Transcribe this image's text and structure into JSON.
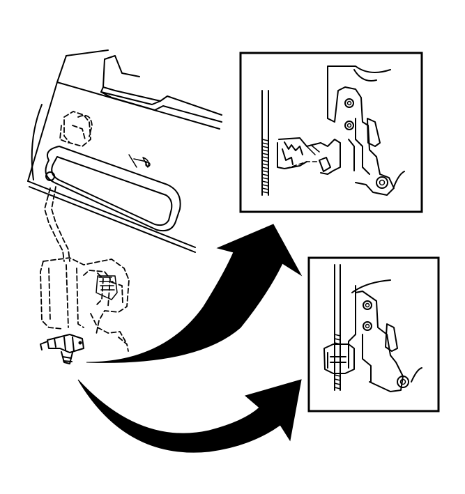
{
  "colors": {
    "line": "#000000",
    "background": "#ffffff",
    "arrow_fill": "#000000"
  },
  "panels": [
    {
      "id": "detail-top",
      "description_shown": false
    },
    {
      "id": "detail-bottom",
      "description_shown": false
    }
  ],
  "arrows": [
    {
      "id": "arrow-to-top-detail",
      "direction": "up-right"
    },
    {
      "id": "arrow-to-bottom-detail",
      "direction": "right"
    }
  ]
}
